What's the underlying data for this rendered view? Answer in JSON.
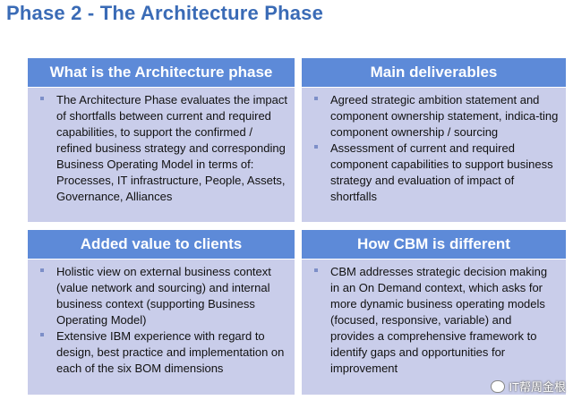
{
  "title": "Phase 2 - The Architecture Phase",
  "panels": [
    {
      "header": "What is the Architecture phase",
      "items": [
        "The Architecture Phase evaluates the impact of shortfalls between current and required capabilities, to support the confirmed / refined business strategy and corresponding Business Operating Model in terms of: Processes, IT infrastructure, People, Assets, Governance, Alliances"
      ]
    },
    {
      "header": "Main deliverables",
      "items": [
        "Agreed strategic ambition statement and component ownership statement, indica-ting component ownership / sourcing",
        "Assessment of current and required component capabilities to support business strategy and evaluation of impact of shortfalls"
      ]
    },
    {
      "header": "Added value to clients",
      "items": [
        "Holistic view on external business context (value network and sourcing) and internal business context (supporting Business Operating Model)",
        "Extensive IBM experience with regard to design, best practice and implementation on each of the six BOM dimensions"
      ]
    },
    {
      "header": "How CBM is different",
      "items": [
        "CBM addresses strategic decision making in an On Demand context, which asks for more dynamic business operating models (focused, responsive, variable) and provides a comprehensive framework to identify gaps and opportunities for improvement"
      ]
    }
  ],
  "watermark": "IT帮周金根",
  "colors": {
    "title": "#3a6bb6",
    "header_bg": "#5d8ad8",
    "panel_bg": "#c9cdea",
    "bullet": "#7d8fc8"
  }
}
